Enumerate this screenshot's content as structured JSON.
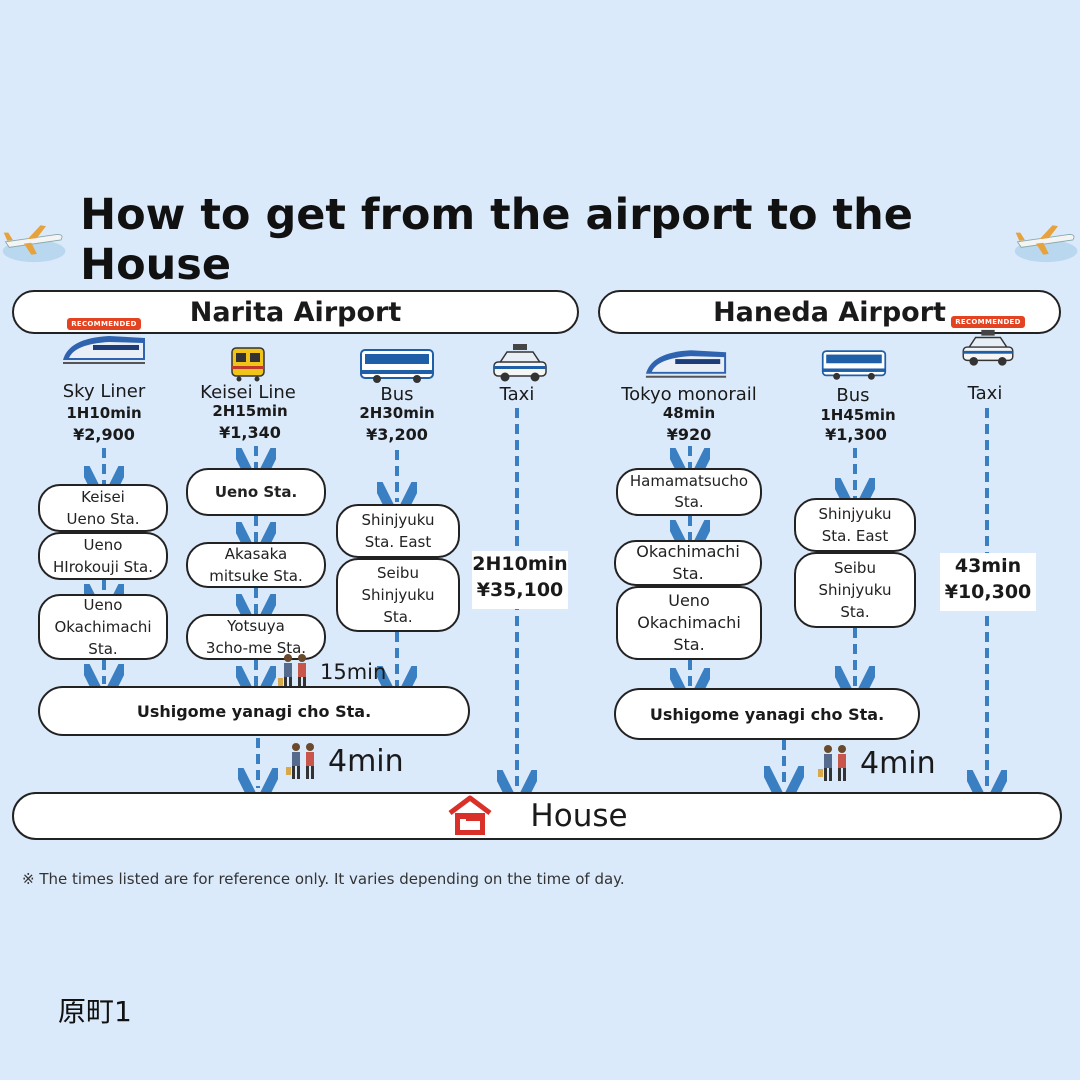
{
  "title": "How to get from the airport to the House",
  "narita": {
    "name": "Narita Airport",
    "modes": [
      {
        "name": "Sky Liner",
        "time": "1H10min",
        "price": "¥2,900",
        "badge": "RECOMMENDED",
        "icon": "train-icon"
      },
      {
        "name": "Keisei Line",
        "time": "2H15min",
        "price": "¥1,340",
        "icon": "yellow-train-icon"
      },
      {
        "name": "Bus",
        "time": "2H30min",
        "price": "¥3,200",
        "icon": "bus-icon"
      },
      {
        "name": "Taxi",
        "icon": "taxi-icon"
      }
    ],
    "skyliner_stops": [
      "Keisei\nUeno  Sta.",
      "Ueno\nHIrokouji Sta.",
      "Ueno\nOkachimachi\nSta."
    ],
    "keisei_stops": [
      "Ueno Sta.",
      "Akasaka\nmitsuke    Sta.",
      "Yotsuya\n3cho-me Sta."
    ],
    "bus_stops": [
      "Shinjyuku\nSta. East",
      "Seibu\nShinjyuku\nSta."
    ],
    "walk_15": "15min",
    "final_station": "Ushigome yanagi cho  Sta.",
    "walk_4": "4min",
    "taxi_info": "2H10min\n¥35,100"
  },
  "haneda": {
    "name": "Haneda Airport",
    "modes": [
      {
        "name": "Tokyo monorail",
        "time": "48min",
        "price": "¥920",
        "icon": "monorail-icon"
      },
      {
        "name": "Bus",
        "time": "1H45min",
        "price": "¥1,300",
        "icon": "bus-icon"
      },
      {
        "name": "Taxi",
        "badge": "RECOMMENDED",
        "icon": "taxi-icon"
      }
    ],
    "monorail_stops": [
      "Hamamatsucho\nSta.",
      "Okachimachi\nSta.",
      "Ueno\nOkachimachi\nSta."
    ],
    "bus_stops": [
      "Shinjyuku\nSta. East",
      "Seibu\nShinjyuku\nSta."
    ],
    "final_station": "Ushigome yanagi cho  Sta.",
    "walk_4": "4min",
    "taxi_info": "43min\n¥10,300"
  },
  "house": "House",
  "note": "※ The times listed are for reference only. It varies depending on the time of day.",
  "page_label": "原町1",
  "colors": {
    "background": "#dbeafb",
    "arrow": "#3a7fc1",
    "badge": "#e44321",
    "house_icon": "#d9302a"
  }
}
